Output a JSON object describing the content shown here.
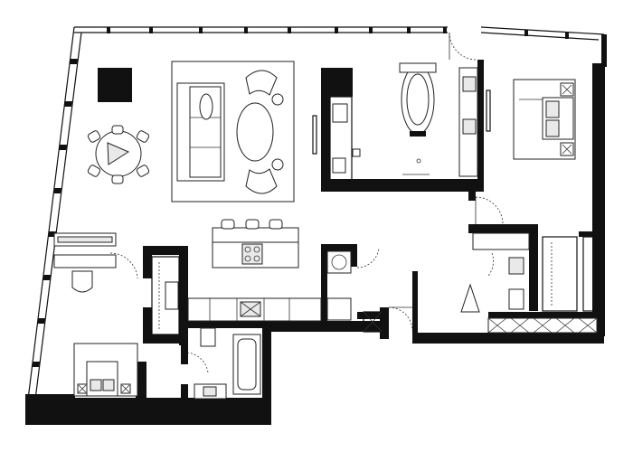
{
  "plan": {
    "style": "monochrome architectural floor plan",
    "colors": {
      "ink": "#111111",
      "paper": "#ffffff",
      "fill": "#e9e9e9"
    },
    "rooms": [
      {
        "id": "living-dining"
      },
      {
        "id": "kitchen"
      },
      {
        "id": "master-bath"
      },
      {
        "id": "master-bedroom"
      },
      {
        "id": "second-bedroom"
      },
      {
        "id": "second-bath"
      },
      {
        "id": "powder-room"
      },
      {
        "id": "laundry"
      },
      {
        "id": "closets"
      }
    ]
  }
}
